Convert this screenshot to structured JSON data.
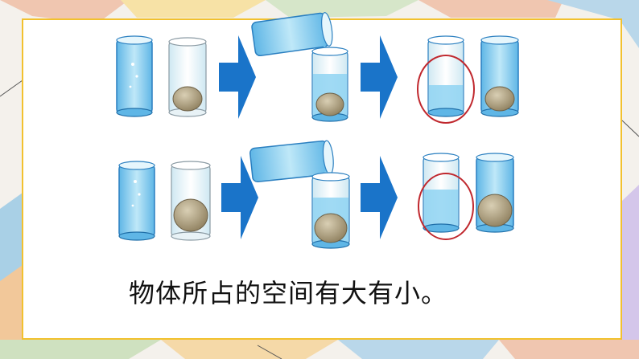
{
  "caption": "物体所占的空间有大有小。",
  "colors": {
    "frame_border": "#f2c12e",
    "arrow": "#1a74c9",
    "water": "#8fd3f2",
    "glass_edge": "#2a7fc0",
    "circle": "#c0282e",
    "stone": "#b7a888"
  },
  "rows": [
    {
      "steps": [
        "full-glass-and-glass-with-stone",
        "pour-water",
        "compare-water-level"
      ]
    },
    {
      "steps": [
        "full-glass-and-glass-with-stone",
        "pour-water",
        "compare-water-level"
      ]
    }
  ],
  "icons": [
    "glass-icon",
    "stone-icon",
    "arrow-right-icon",
    "highlight-circle-icon"
  ]
}
